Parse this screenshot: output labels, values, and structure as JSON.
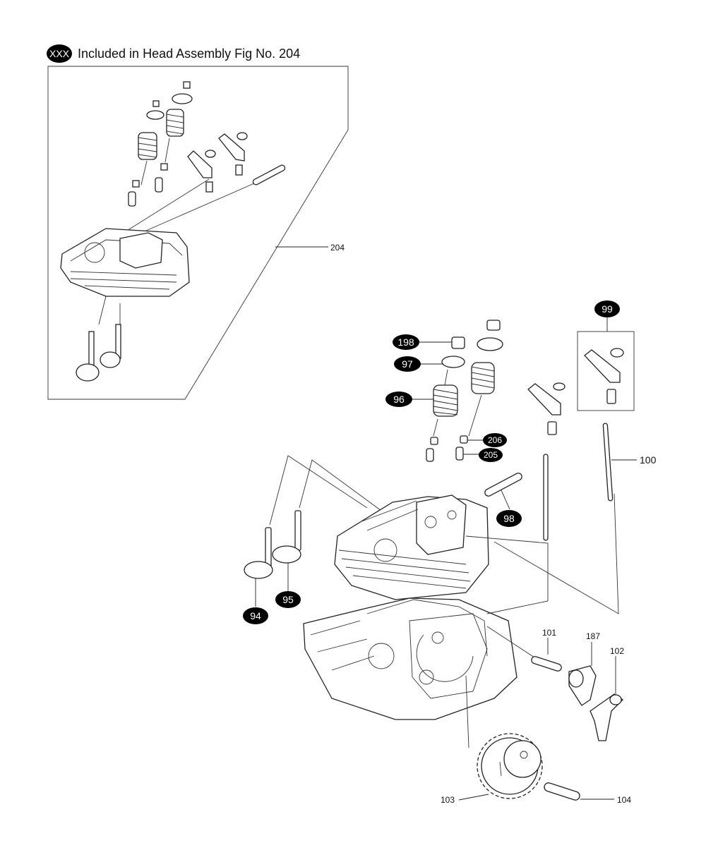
{
  "legend": {
    "badge": "XXX",
    "text": "Included in Head Assembly Fig No. 204"
  },
  "callouts": {
    "c94": "94",
    "c95": "95",
    "c96": "96",
    "c97": "97",
    "c98": "98",
    "c99": "99",
    "c198": "198",
    "c205": "205",
    "c206": "206"
  },
  "labels": {
    "l100": "100",
    "l101": "101",
    "l102": "102",
    "l103": "103",
    "l104": "104",
    "l187": "187",
    "l204": "204"
  },
  "colors": {
    "callout_fill": "#000000",
    "line": "#222222"
  }
}
